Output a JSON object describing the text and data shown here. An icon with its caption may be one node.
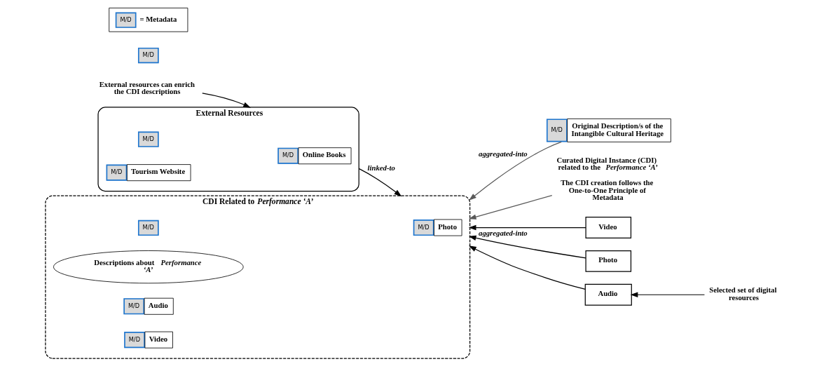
{
  "diagram": {
    "nodes": [
      {
        "text": [
          "External Resources"
        ]
      },
      {
        "text": [
          "M/D"
        ],
        "in": 0
      },
      {
        "text": [
          "M/D",
          "Online Books"
        ],
        "in": 0
      },
      {
        "text": [
          "M/D",
          "Tourism Website"
        ],
        "in": 0
      },
      {
        "text": [
          "External resources can enrich the CDI descriptions"
        ]
      },
      {
        "text": [
          "CDI Related to *Performance ‘A’*"
        ]
      },
      {
        "text": [
          "M/D"
        ],
        "in": 5
      },
      {
        "text": [
          "Descriptions about *Performance ‘A’*"
        ],
        "in": 5
      },
      {
        "text": [
          "M/D",
          "Photo"
        ],
        "in": 5
      },
      {
        "text": [
          "M/D",
          "Audio"
        ],
        "in": 5
      },
      {
        "text": [
          "M/D",
          "Video"
        ],
        "in": 5
      },
      {
        "text": [
          "M/D"
        ]
      },
      {
        "text": [
          "M/D",
          "Original Description/s of the Intangible Cultural Heritage"
        ]
      },
      {
        "text": [
          "Curated Digital Instance (CDI) related to the *Performance ‘A’*",
          "The CDI creation follows the One-to-One Principle of Metadata"
        ]
      },
      {
        "text": [
          "Video"
        ]
      },
      {
        "text": [
          "Photo"
        ]
      },
      {
        "text": [
          "Audio"
        ]
      },
      {
        "text": [
          "Selected set of digital resources"
        ]
      },
      {
        "text": [
          "M/D",
          "= Metadata"
        ]
      }
    ],
    "edges": [
      {
        "from": 0,
        "to": 5,
        "arrow": "to",
        "label": "linked-to"
      },
      {
        "from": 4,
        "to": 0,
        "arrow": "to"
      },
      {
        "from": 12,
        "to": 5,
        "arrow": "to",
        "label": "aggregated-into",
        "color": "#595959"
      },
      {
        "from": 13,
        "to": 5,
        "arrow": "to",
        "color": "#595959"
      },
      {
        "from": 14,
        "to": 5,
        "arrow": "to"
      },
      {
        "from": 15,
        "to": 5,
        "arrow": "to",
        "label": "aggregated-into"
      },
      {
        "from": 16,
        "to": 5,
        "arrow": "to"
      },
      {
        "from": 17,
        "to": 16,
        "arrow": "to"
      }
    ]
  }
}
